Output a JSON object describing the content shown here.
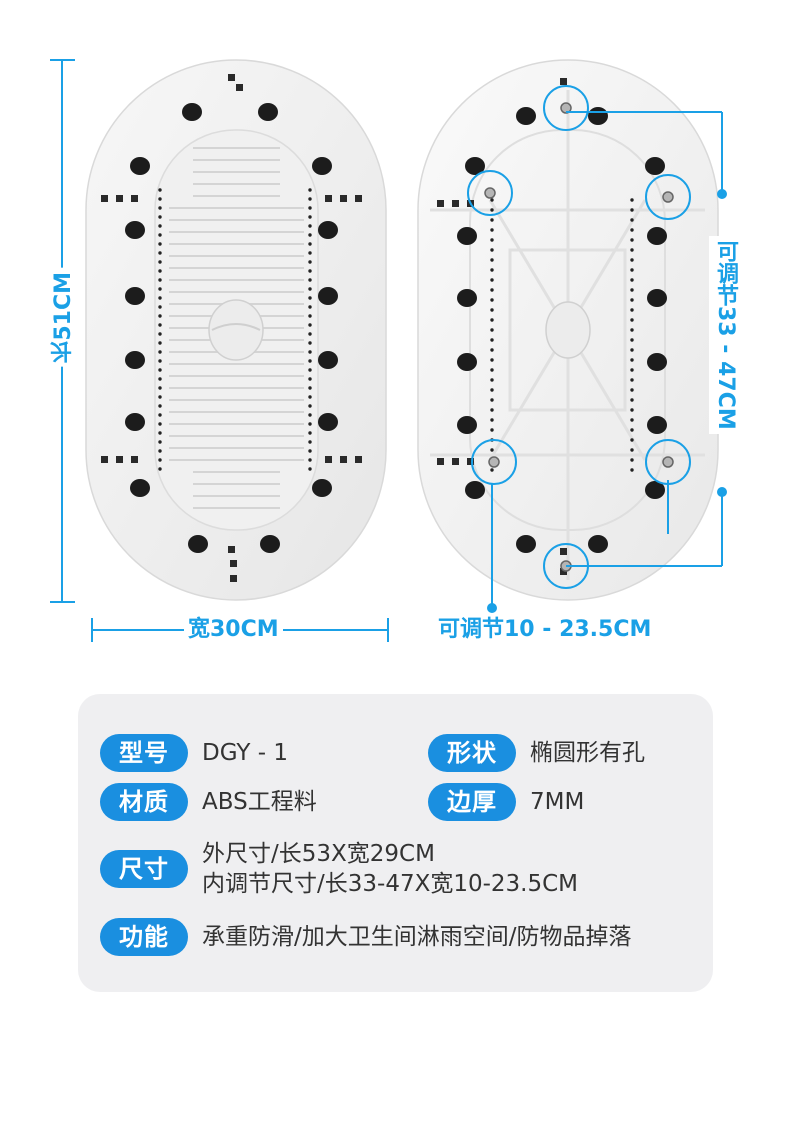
{
  "dimensions": {
    "length_label": "长51CM",
    "width_label": "宽30CM",
    "adjust_long_label": "可调节33 - 47CM",
    "adjust_short_label": "可调节10 - 23.5CM"
  },
  "colors": {
    "accent": "#1aa0e6",
    "badge": "#1a8fe0",
    "card_bg": "#efeff1",
    "text": "#333333"
  },
  "specs": {
    "model": {
      "label": "型号",
      "value": "DGY - 1"
    },
    "shape": {
      "label": "形状",
      "value": "椭圆形有孔"
    },
    "material": {
      "label": "材质",
      "value": "ABS工程料"
    },
    "thickness": {
      "label": "边厚",
      "value": "7MM"
    },
    "size": {
      "label": "尺寸",
      "line1": "外尺寸/长53X宽29CM",
      "line2": "内调节尺寸/长33-47X宽10-23.5CM"
    },
    "function": {
      "label": "功能",
      "value": "承重防滑/加大卫生间淋雨空间/防物品掉落"
    }
  }
}
